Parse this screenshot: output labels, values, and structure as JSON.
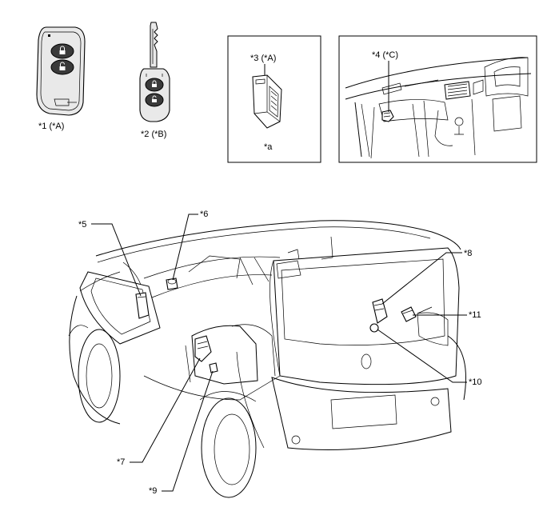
{
  "labels": {
    "key_smart": "*1 (*A)",
    "key_mech": "*2 (*B)",
    "ecu": "*3 (*A)",
    "ecu_note": "*a",
    "dash_part": "*4 (*C)",
    "p5": "*5",
    "p6": "*6",
    "p7": "*7",
    "p8": "*8",
    "p9": "*9",
    "p10": "*10",
    "p11": "*11"
  },
  "colors": {
    "line": "#000000",
    "background": "#ffffff",
    "key_body": "#e9e9e9",
    "key_button": "#3a3a3a"
  },
  "icons": {
    "lock": "lock-icon",
    "unlock": "unlock-icon"
  }
}
